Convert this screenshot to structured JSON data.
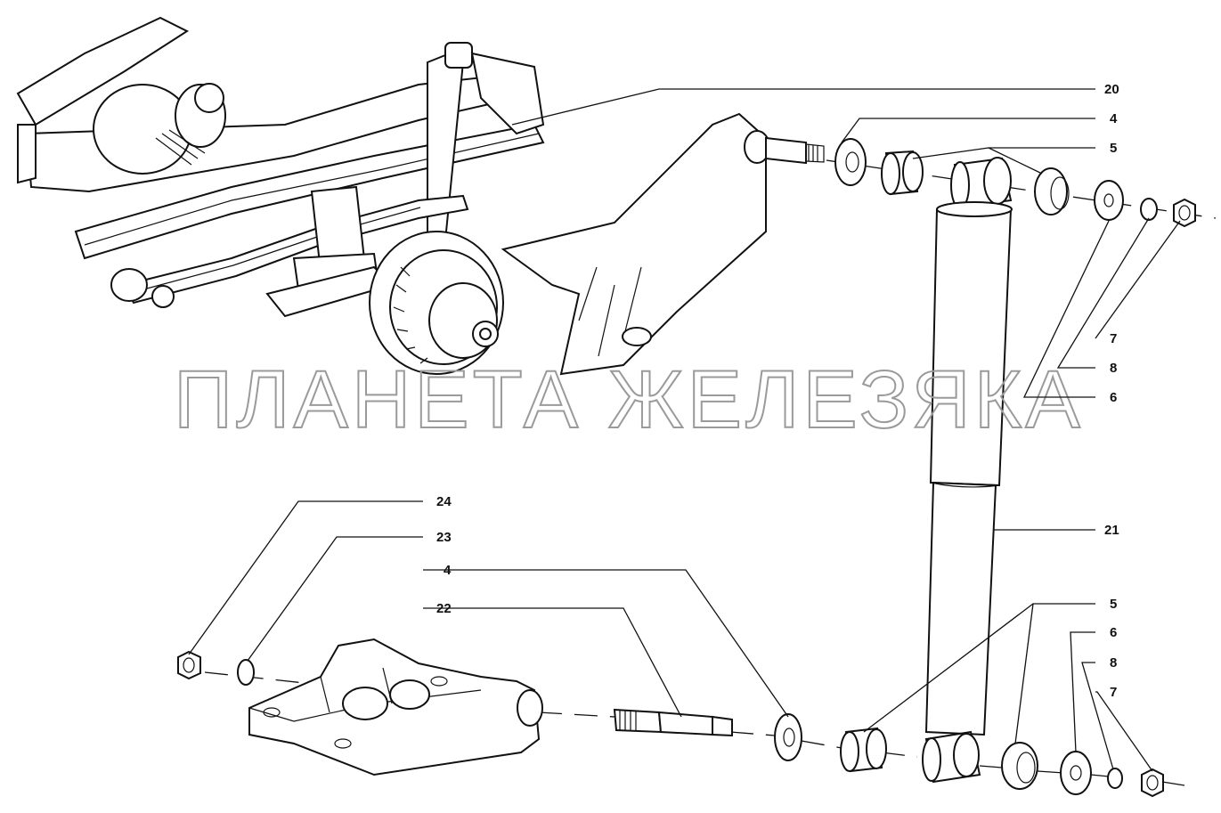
{
  "watermark": "ПЛАНЕТА ЖЕЛЕЗЯКА",
  "callouts": [
    {
      "id": "c20",
      "label": "20"
    },
    {
      "id": "c4top",
      "label": "4"
    },
    {
      "id": "c5top",
      "label": "5"
    },
    {
      "id": "c7top",
      "label": "7"
    },
    {
      "id": "c8top",
      "label": "8"
    },
    {
      "id": "c6top",
      "label": "6"
    },
    {
      "id": "c21",
      "label": "21"
    },
    {
      "id": "c24",
      "label": "24"
    },
    {
      "id": "c23",
      "label": "23"
    },
    {
      "id": "c4bot",
      "label": "4"
    },
    {
      "id": "c22",
      "label": "22"
    },
    {
      "id": "c5bot",
      "label": "5"
    },
    {
      "id": "c6bot",
      "label": "6"
    },
    {
      "id": "c8bot",
      "label": "8"
    },
    {
      "id": "c7bot",
      "label": "7"
    }
  ]
}
